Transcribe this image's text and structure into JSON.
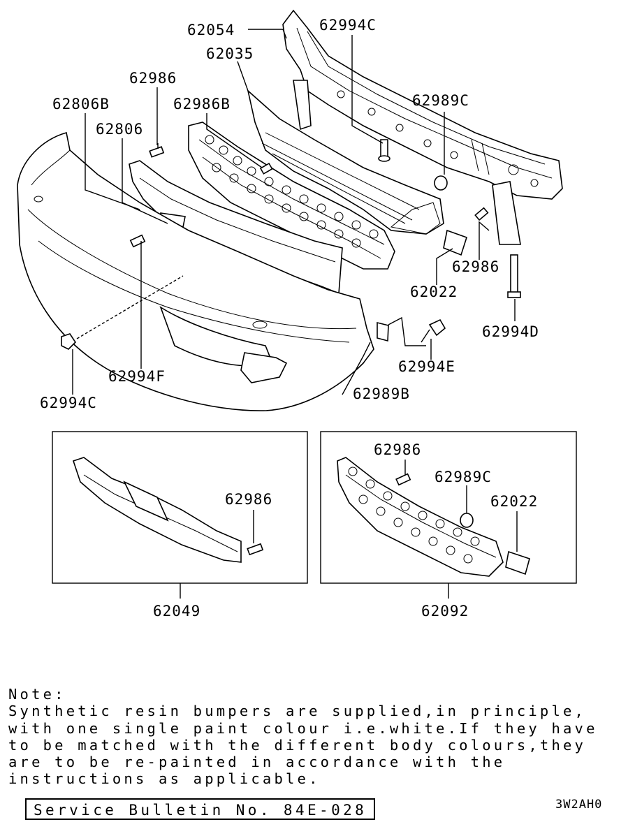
{
  "parts": {
    "p62054": "62054",
    "p62994C_top": "62994C",
    "p62035": "62035",
    "p62986_a": "62986",
    "p62806B": "62806B",
    "p62986B": "62986B",
    "p62806": "62806",
    "p62989C_top": "62989C",
    "p62986_b": "62986",
    "p62022_top": "62022",
    "p62994D": "62994D",
    "p62994E": "62994E",
    "p62994F": "62994F",
    "p62989B": "62989B",
    "p62994C_bottom": "62994C",
    "p62986_c": "62986",
    "p62049": "62049",
    "p62986_d": "62986",
    "p62989C_sub": "62989C",
    "p62022_sub": "62022",
    "p62092": "62092"
  },
  "note": {
    "heading": "Note:",
    "lines": [
      "Synthetic resin bumpers are supplied,in principle,",
      "with one single paint colour i.e.white.If they have",
      "to be matched with the different body colours,they",
      "are to be re-painted in accordance with the",
      "instructions as applicable."
    ]
  },
  "bulletin": "Service Bulletin No. 84E-028",
  "diagram_code": "3W2AH0"
}
